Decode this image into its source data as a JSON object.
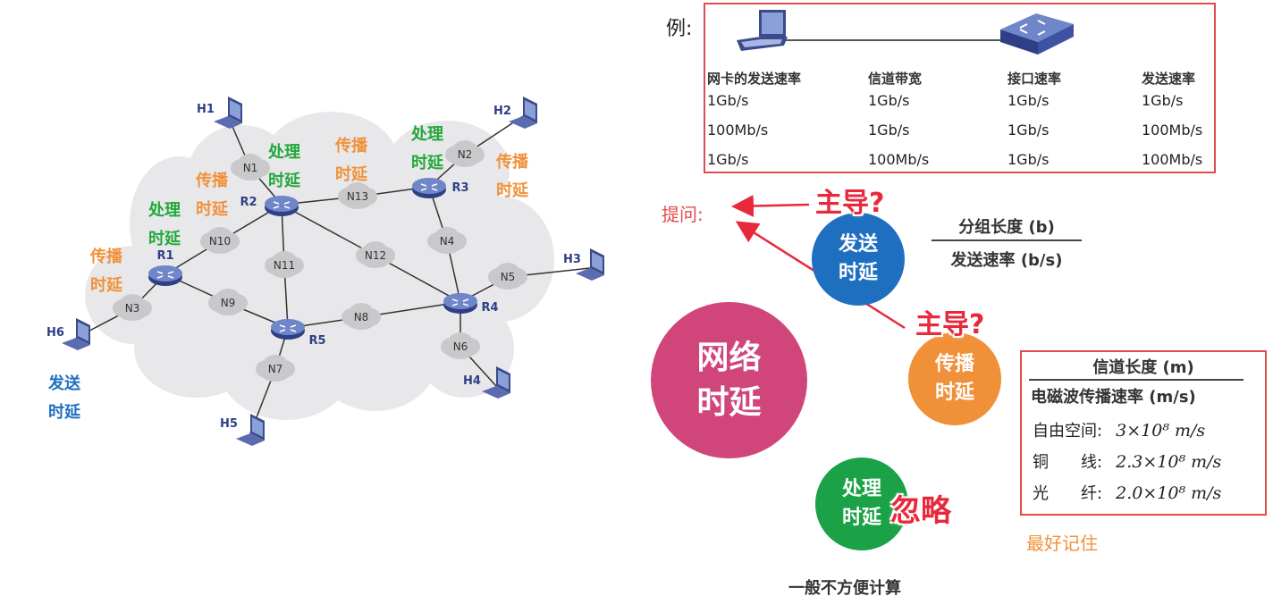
{
  "example": {
    "label": "例:",
    "headers": [
      "网卡的发送速率",
      "信道带宽",
      "接口速率",
      "发送速率"
    ],
    "rows": [
      [
        "1Gb/s",
        "1Gb/s",
        "1Gb/s",
        "1Gb/s"
      ],
      [
        "100Mb/s",
        "1Gb/s",
        "1Gb/s",
        "100Mb/s"
      ],
      [
        "1Gb/s",
        "100Mb/s",
        "1Gb/s",
        "100Mb/s"
      ]
    ]
  },
  "question_label": "提问:",
  "dominant_labels": [
    "主导?",
    "主导?"
  ],
  "circles": {
    "network": "网络\n时延",
    "transmission": "发送\n时延",
    "propagation": "传播\n时延",
    "processing": "处理\n时延"
  },
  "ignore_label": "忽略",
  "processing_note": "一般不方便计算",
  "transmission_formula": {
    "numerator": "分组长度 (b)",
    "denominator": "发送速率 (b/s)"
  },
  "propagation_formula": {
    "numerator": "信道长度 (m)",
    "denominator": "电磁波传播速率 (m/s)",
    "rows": [
      {
        "label": "自由空间:",
        "value": "3×10⁸ m/s"
      },
      {
        "label": "铜　　线:",
        "value": "2.3×10⁸ m/s"
      },
      {
        "label": "光　　纤:",
        "value": "2.0×10⁸ m/s"
      }
    ]
  },
  "remember_note": "最好记住",
  "network": {
    "hosts": [
      "H1",
      "H2",
      "H3",
      "H4",
      "H5",
      "H6"
    ],
    "routers": [
      "R1",
      "R2",
      "R3",
      "R4",
      "R5"
    ],
    "nets": [
      "N1",
      "N2",
      "N3",
      "N4",
      "N5",
      "N6",
      "N7",
      "N8",
      "N9",
      "N10",
      "N11",
      "N12",
      "N13"
    ],
    "annotations": {
      "propagation": "传播\n时延",
      "processing": "处理\n时延",
      "transmission": "发送\n时延"
    }
  },
  "colors": {
    "network_circle": "#d0457a",
    "transmission_circle": "#1f6fc1",
    "propagation_circle": "#f0913a",
    "processing_circle": "#1ba146",
    "red": "#e24b4b",
    "orange_text": "#f0913a",
    "green_text": "#22a83a",
    "blue_text": "#1f6fc1"
  }
}
